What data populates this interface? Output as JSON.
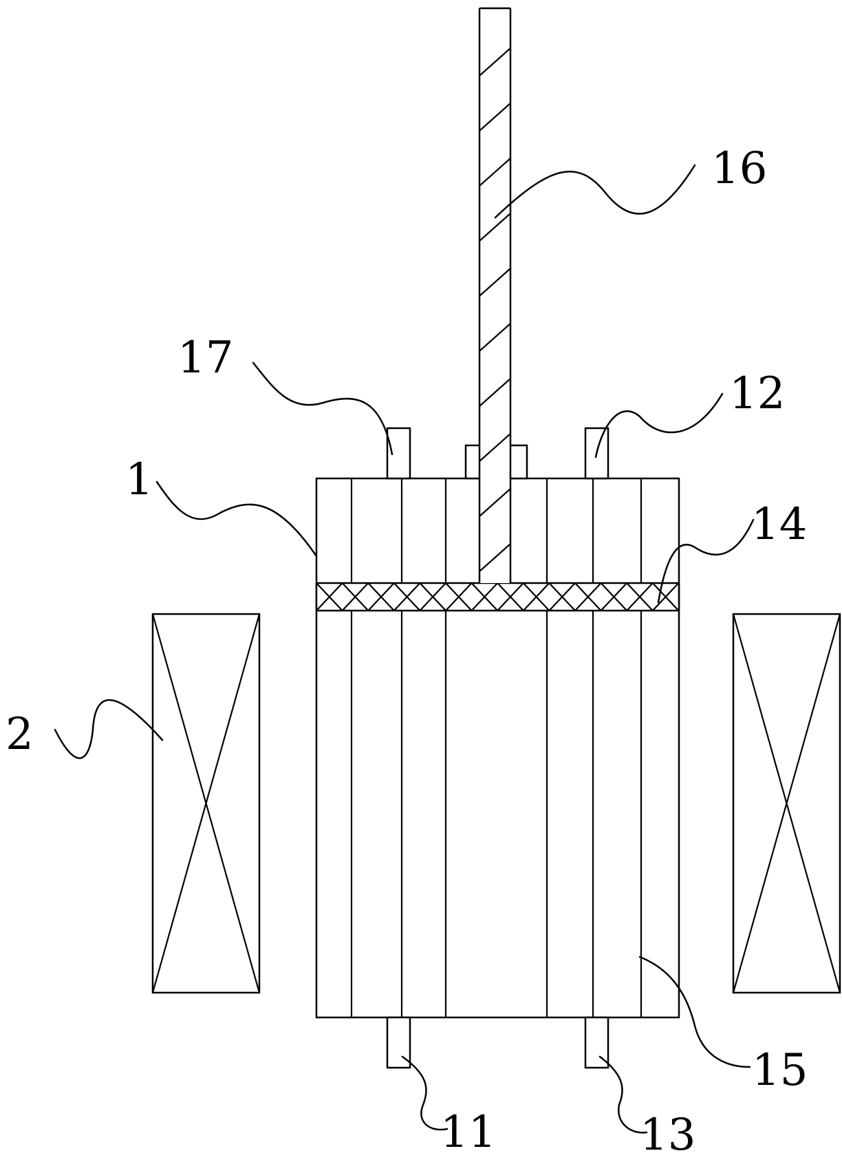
{
  "labels": {
    "l1": "1",
    "l2": "2",
    "l11": "11",
    "l12": "12",
    "l13": "13",
    "l14": "14",
    "l15": "15",
    "l16": "16",
    "l17": "17"
  }
}
